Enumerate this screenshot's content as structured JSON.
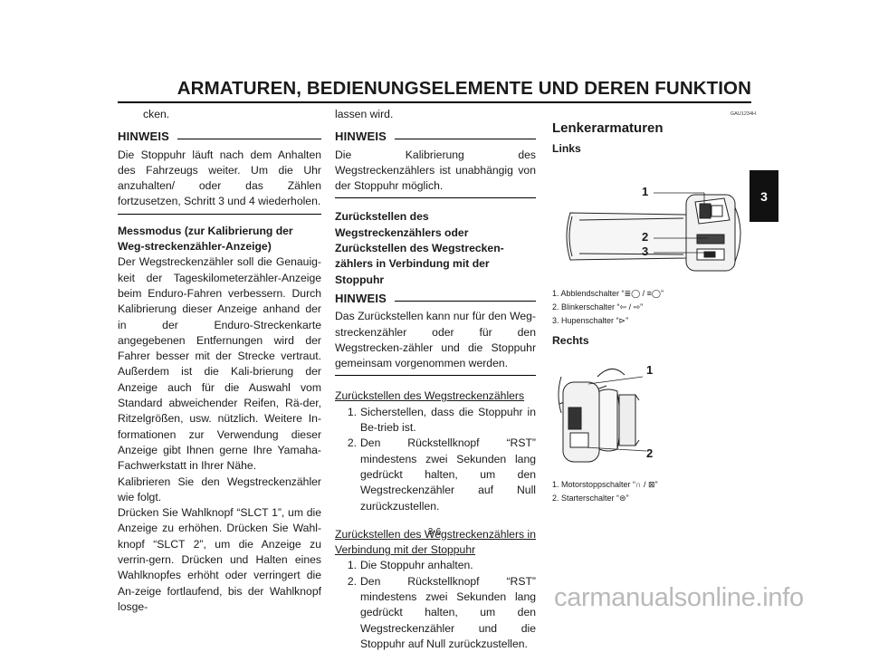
{
  "header": {
    "title": "ARMATUREN, BEDIENUNGSELEMENTE UND DEREN FUNKTION",
    "chapter": "3"
  },
  "col1": {
    "cont": "cken.",
    "note1_label": "HINWEIS",
    "note1_text": "Die Stoppuhr läuft nach dem Anhalten des Fahrzeugs weiter. Um die Uhr anzuhalten/ oder das Zählen fortzusetzen, Schritt 3 und 4 wiederholen.",
    "mess_heading": "Messmodus (zur Kalibrierung der Weg-streckenzähler-Anzeige)",
    "mess_text": "Der Wegstreckenzähler soll die Genauig-keit der Tageskilometerzähler-Anzeige beim Enduro-Fahren verbessern. Durch Kalibrierung dieser Anzeige anhand der in der Enduro-Streckenkarte angegebenen Entfernungen wird der Fahrer besser mit der Strecke vertraut. Außerdem ist die Kali-brierung der Anzeige auch für die Auswahl vom Standard abweichender Reifen, Rä-der, Ritzelgrößen, usw. nützlich. Weitere In-formationen zur Verwendung dieser Anzeige gibt Ihnen gerne Ihre Yamaha-Fachwerkstatt in Ihrer Nähe.",
    "kal_text": "Kalibrieren Sie den Wegstreckenzähler wie folgt.",
    "druck_text": "Drücken Sie Wahlknopf “SLCT 1”, um die Anzeige zu erhöhen. Drücken Sie Wahl-knopf “SLCT 2”, um die Anzeige zu verrin-gern. Drücken und Halten eines Wahlknopfes erhöht oder verringert die An-zeige fortlaufend, bis der Wahlknopf losge-"
  },
  "col2": {
    "cont": "lassen wird.",
    "note2_label": "HINWEIS",
    "note2_text": "Die Kalibrierung des Wegstreckenzählers ist unabhängig von der Stoppuhr möglich.",
    "reset_heading": "Zurückstellen des Wegstreckenzählers oder Zurückstellen des Wegstrecken-zählers in Verbindung mit der Stoppuhr",
    "note3_label": "HINWEIS",
    "note3_text": "Das Zurückstellen kann nur für den Weg-streckenzähler oder für den Wegstrecken-zähler und die Stoppuhr gemeinsam vorgenommen werden.",
    "sub1_heading": "Zurückstellen des Wegstreckenzählers",
    "sub1_steps": [
      {
        "n": "1.",
        "t": "Sicherstellen, dass die Stoppuhr in Be-trieb ist."
      },
      {
        "n": "2.",
        "t": "Den Rückstellknopf “RST” mindestens zwei Sekunden lang gedrückt halten, um den Wegstreckenzähler auf Null zurückzustellen."
      }
    ],
    "sub2_heading": "Zurückstellen des Wegstreckenzählers in Verbindung mit der Stoppuhr",
    "sub2_steps": [
      {
        "n": "1.",
        "t": "Die Stoppuhr anhalten."
      },
      {
        "n": "2.",
        "t": "Den Rückstellknopf “RST” mindestens zwei Sekunden lang gedrückt halten, um den Wegstreckenzähler und die Stoppuhr auf Null zurückzustellen."
      }
    ]
  },
  "col3": {
    "code": "GAU1234H",
    "heading": "Lenkerarmaturen",
    "links_label": "Links",
    "fig1_callouts": [
      "1",
      "2",
      "3"
    ],
    "fig1_legend": [
      "1.  Abblendschalter “",
      "2.  Blinkerschalter “",
      "3.  Hupenschalter “"
    ],
    "rechts_label": "Rechts",
    "fig2_callouts": [
      "1",
      "2"
    ],
    "fig2_legend": [
      "1.  Motorstoppschalter “",
      "2.  Starterschalter “"
    ]
  },
  "page_number": "3-6",
  "watermark": "carmanualsonline.info"
}
